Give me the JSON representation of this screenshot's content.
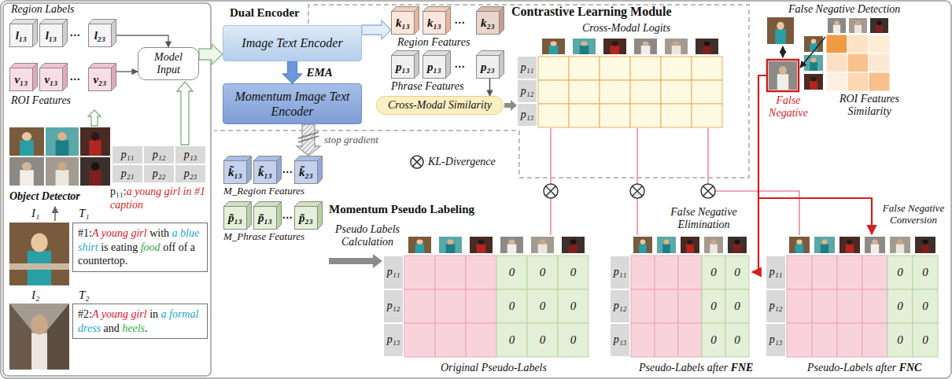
{
  "diagram": {
    "nodes": [
      {
        "text": [
          "l₁₃"
        ]
      },
      {
        "text": [
          "l₁₃"
        ]
      },
      {
        "text": [
          "l₂₃"
        ]
      },
      {
        "text": [
          "Model Input"
        ]
      },
      {
        "text": [
          "v₁₃"
        ]
      },
      {
        "text": [
          "v₁₃"
        ]
      },
      {
        "text": [
          "v₂₃"
        ]
      },
      {
        "text": [
          "#1:",
          "A young girl",
          "with",
          "a blue shirt",
          "is eating",
          "food",
          "off of a countertop."
        ]
      },
      {
        "text": [
          "#2:",
          "A young girl",
          "in",
          "a formal dress",
          "and",
          "heels",
          "."
        ]
      },
      {
        "text": [
          "Image Text Encoder"
        ]
      },
      {
        "text": [
          "Momentum Image Text Encoder"
        ]
      },
      {
        "text": [
          "k₁₃"
        ]
      },
      {
        "text": [
          "k₁₃"
        ]
      },
      {
        "text": [
          "k₂₃"
        ]
      },
      {
        "text": [
          "p₁₃"
        ]
      },
      {
        "text": [
          "p₁₃"
        ]
      },
      {
        "text": [
          "p₂₃"
        ]
      },
      {
        "text": [
          "Cross-Modal Similarity"
        ]
      },
      {
        "text": [
          "k̃₁₃"
        ]
      },
      {
        "text": [
          "k̃₁₃"
        ]
      },
      {
        "text": [
          "k̃₂₃"
        ]
      },
      {
        "text": [
          "p̃₁₃"
        ]
      },
      {
        "text": [
          "p̃₁₃"
        ]
      },
      {
        "text": [
          "p̃₂₃"
        ]
      }
    ],
    "edges": [
      {
        "from": 2,
        "to": 3,
        "arrow": "to"
      },
      {
        "from": 6,
        "to": 3,
        "arrow": "to"
      },
      {
        "from": 3,
        "to": 9,
        "arrow": "to"
      },
      {
        "from": 9,
        "to": 10,
        "arrow": "to",
        "label": "EMA"
      },
      {
        "from": 9,
        "to": 11,
        "arrow": "to"
      },
      {
        "from": 16,
        "to": 17,
        "arrow": "to"
      },
      {
        "from": 10,
        "to": 20,
        "arrow": "to",
        "label": "stop gradient"
      }
    ],
    "labels": [
      "Region Labels",
      "...",
      "ROI Features",
      "...",
      "p₁₁",
      "p₁₂",
      "p₁₃",
      "p₂₁",
      "p₂₂",
      "p₂₃",
      "p₁₁:",
      "a young girl in #1 caption",
      "Object Detector",
      "I₁",
      "T₁",
      "I₂",
      "T₂",
      "Dual Encoder",
      "Region Features",
      "...",
      "Phrase Features",
      "...",
      "Contrastive Learning Module",
      "Cross-Modal Logits",
      "p₁₁",
      "p₁₂",
      "p₁₃",
      "False Negative Detection",
      "False Negative",
      "ROI Features Similarity",
      "M_Region Features",
      "...",
      "M_Phrase Features",
      "...",
      "Momentum Pseudo Labeling",
      "Pseudo Labels Calculation",
      "False Negative Elimination",
      "False Negative Conversion",
      "p₁₁",
      "p₁₂",
      "p₁₃",
      "0",
      "0",
      "0",
      "0",
      "0",
      "0",
      "0",
      "0",
      "0",
      "Original Pseudo-Labels",
      "p₁₁",
      "p₁₂",
      "p₁₃",
      "0",
      "0",
      "0",
      "0",
      "0",
      "0",
      "Pseudo-Labels after",
      "FNE",
      "p₁₁",
      "p₁₂",
      "p₁₃",
      "0",
      "0",
      "0",
      "0",
      "0",
      "0",
      "Pseudo-Labels after",
      "FNC"
    ],
    "legend": [
      {
        "text": "KL-Divergence"
      }
    ]
  }
}
